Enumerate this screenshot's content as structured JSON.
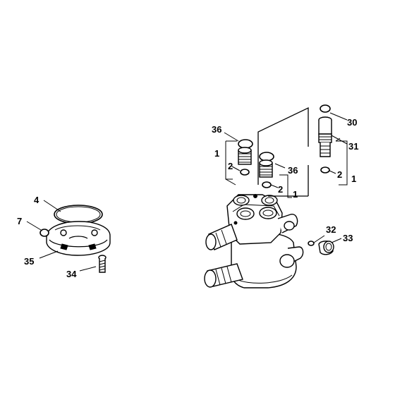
{
  "diagram": {
    "labels": {
      "l30": "30",
      "l31": "31",
      "l36a": "36",
      "l36b": "36",
      "l1a": "1",
      "l1b": "1",
      "l1c": "1",
      "l2a": "2",
      "l2b": "2",
      "l2c": "2",
      "l32": "32",
      "l33": "33",
      "l4": "4",
      "l7": "7",
      "l35": "35",
      "l34": "34"
    }
  }
}
